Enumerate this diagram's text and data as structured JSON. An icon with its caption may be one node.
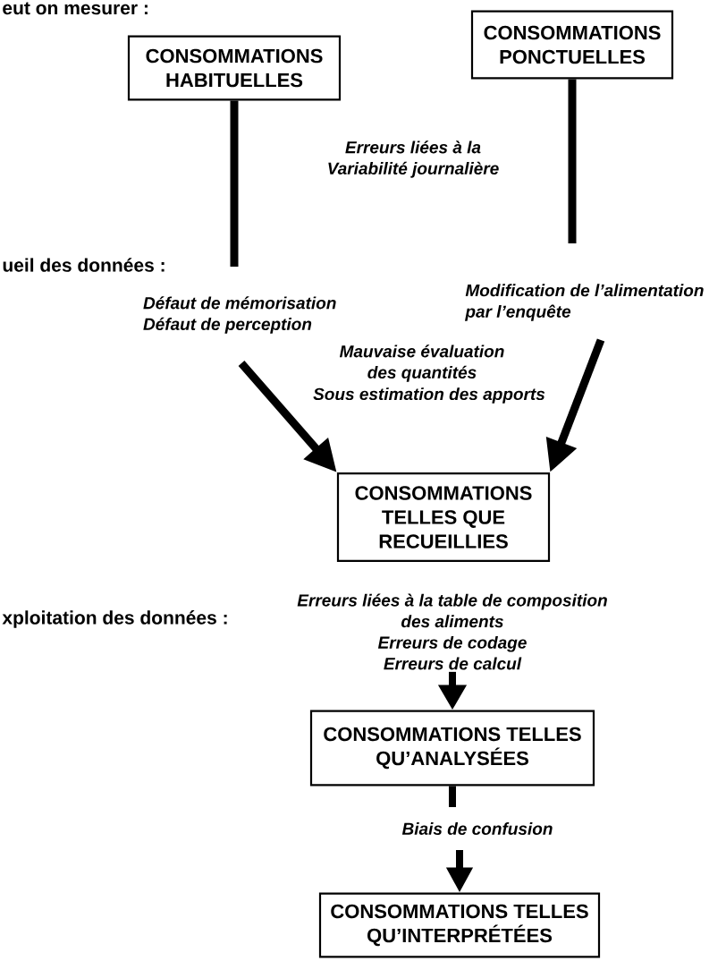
{
  "diagram": {
    "nodes": [
      {
        "text": [
          "CONSOMMATIONS HABITUELLES"
        ]
      },
      {
        "text": [
          "CONSOMMATIONS PONCTUELLES"
        ]
      },
      {
        "text": [
          "CONSOMMATIONS TELLES QUE RECUEILLIES"
        ]
      },
      {
        "text": [
          "Erreurs liées à la table de composition des aliments",
          "Erreurs de codage",
          "Erreurs de calcul"
        ]
      },
      {
        "text": [
          "CONSOMMATIONS TELLES QU’ANALYSÉES"
        ]
      },
      {
        "text": [
          "CONSOMMATIONS TELLES QU’INTERPRÉTÉES"
        ]
      }
    ],
    "edges": [
      {
        "from": 0,
        "to": null,
        "arrow": "none"
      },
      {
        "from": 1,
        "to": null,
        "arrow": "none"
      },
      {
        "from": null,
        "to": 2,
        "arrow": "to"
      },
      {
        "from": null,
        "to": 2,
        "arrow": "to"
      },
      {
        "from": 3,
        "to": 4,
        "arrow": "to"
      },
      {
        "from": 4,
        "to": null,
        "arrow": "none"
      },
      {
        "from": null,
        "to": 5,
        "arrow": "to"
      }
    ],
    "labels": [
      "eut on mesurer :",
      "Erreurs liées à la Variabilité journalière",
      "ueil des données :",
      "Défaut de mémorisation Défaut de perception",
      "Modification de l’alimentation par l’enquête",
      "Mauvaise évaluation des quantités",
      "Sous estimation des apports",
      "xploitation des données :",
      "Biais de confusion"
    ]
  }
}
